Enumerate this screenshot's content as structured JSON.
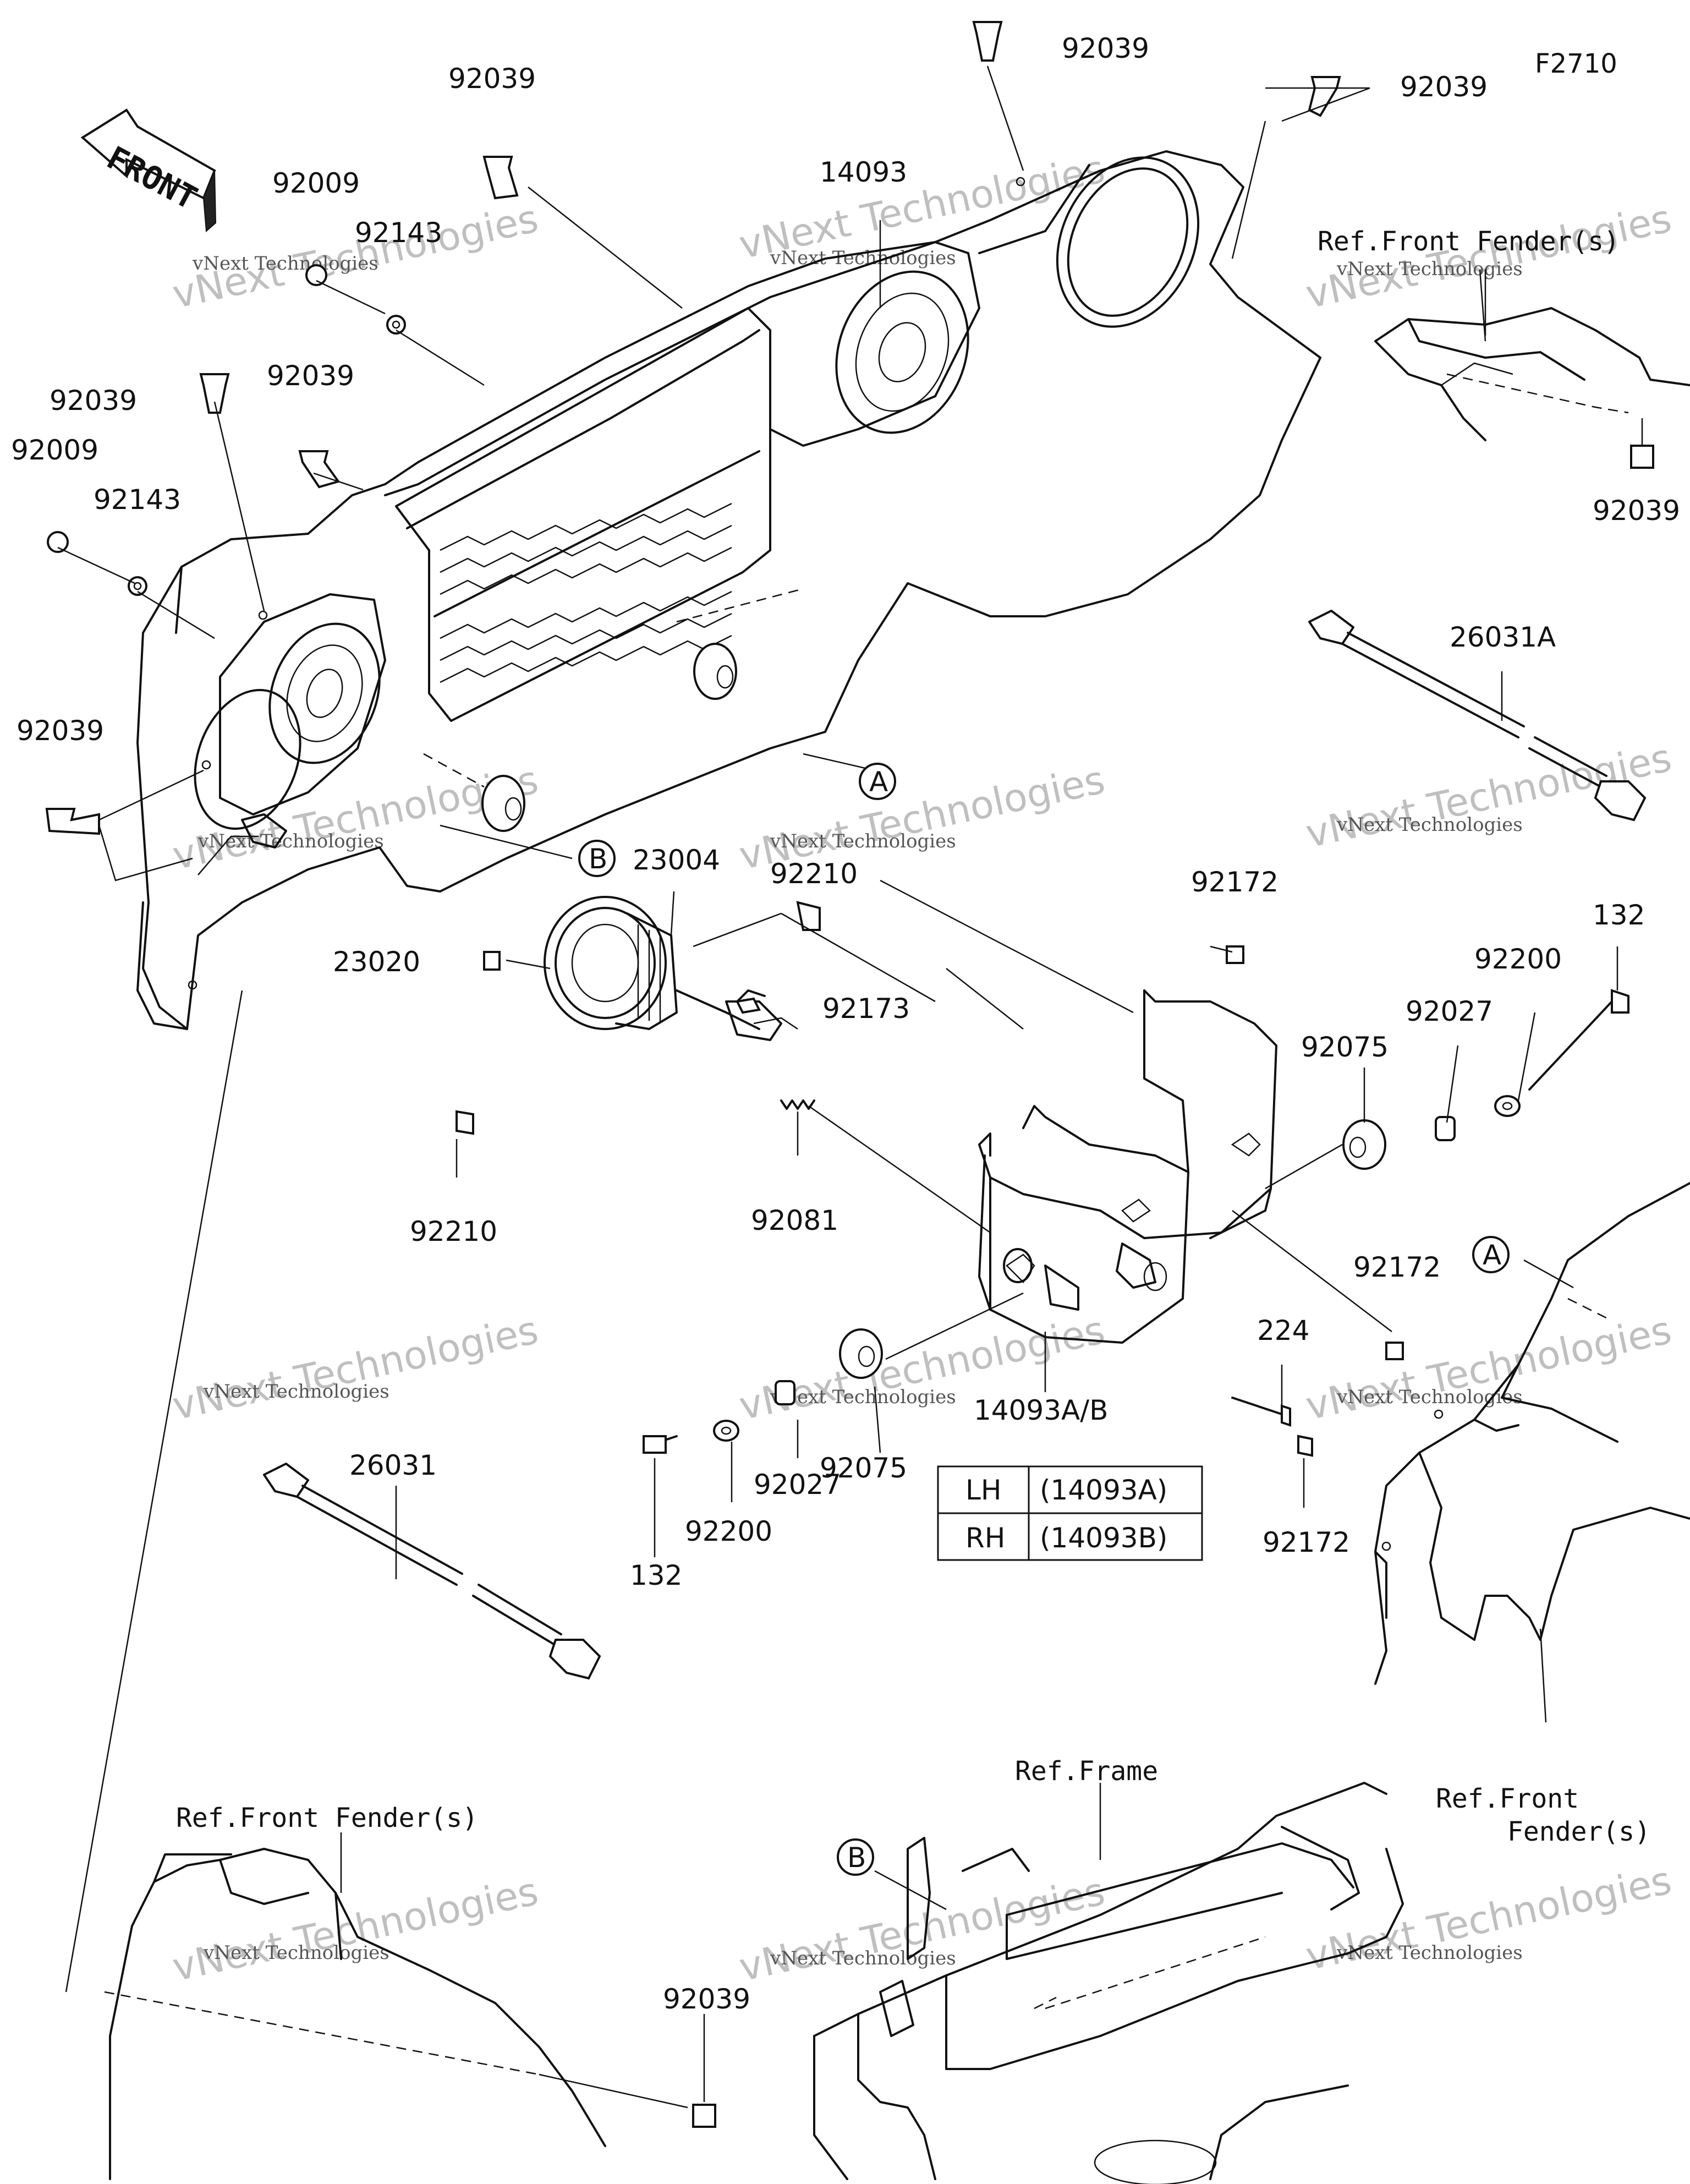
{
  "figure_code": "F2710",
  "front_label": "FRONT",
  "part_labels": [
    {
      "id": "l-92039-a",
      "text": "92039"
    },
    {
      "id": "l-92039-b",
      "text": "92039"
    },
    {
      "id": "l-92039-c",
      "text": "92039"
    },
    {
      "id": "l-14093",
      "text": "14093"
    },
    {
      "id": "l-92009-a",
      "text": "92009"
    },
    {
      "id": "l-92143-a",
      "text": "92143"
    },
    {
      "id": "l-92039-d",
      "text": "92039"
    },
    {
      "id": "l-92039-e",
      "text": "92039"
    },
    {
      "id": "l-92009-b",
      "text": "92009"
    },
    {
      "id": "l-92143-b",
      "text": "92143"
    },
    {
      "id": "l-92039-f",
      "text": "92039"
    },
    {
      "id": "l-92039-g",
      "text": "92039"
    },
    {
      "id": "l-26031a",
      "text": "26031A"
    },
    {
      "id": "l-23004",
      "text": "23004"
    },
    {
      "id": "l-92210-a",
      "text": "92210"
    },
    {
      "id": "l-23020",
      "text": "23020"
    },
    {
      "id": "l-92173",
      "text": "92173"
    },
    {
      "id": "l-92210-b",
      "text": "92210"
    },
    {
      "id": "l-92081",
      "text": "92081"
    },
    {
      "id": "l-92172-a",
      "text": "92172"
    },
    {
      "id": "l-132-a",
      "text": "132"
    },
    {
      "id": "l-92200-a",
      "text": "92200"
    },
    {
      "id": "l-92027-a",
      "text": "92027"
    },
    {
      "id": "l-92075-a",
      "text": "92075"
    },
    {
      "id": "l-92172-b",
      "text": "92172"
    },
    {
      "id": "l-224",
      "text": "224"
    },
    {
      "id": "l-14093ab",
      "text": "14093A/B"
    },
    {
      "id": "l-92075-b",
      "text": "92075"
    },
    {
      "id": "l-92027-b",
      "text": "92027"
    },
    {
      "id": "l-92200-b",
      "text": "92200"
    },
    {
      "id": "l-132-b",
      "text": "132"
    },
    {
      "id": "l-92172-c",
      "text": "92172"
    },
    {
      "id": "l-26031",
      "text": "26031"
    },
    {
      "id": "l-92039-h",
      "text": "92039"
    }
  ],
  "references": {
    "front_fender_top": "Ref.Front Fender(s)",
    "front_fender_bottom_left": "Ref.Front Fender(s)",
    "frame": "Ref.Frame",
    "front_fender_right_line1": "Ref.Front",
    "front_fender_right_line2": "Fender(s)"
  },
  "callouts": {
    "a1": "A",
    "a2": "A",
    "b1": "B",
    "b2": "B"
  },
  "side_table": {
    "rows": [
      {
        "side": "LH",
        "part": "(14093A)"
      },
      {
        "side": "RH",
        "part": "(14093B)"
      }
    ]
  },
  "watermark": {
    "line1": "vNext Technologies",
    "line2": "vNext Technologies"
  }
}
